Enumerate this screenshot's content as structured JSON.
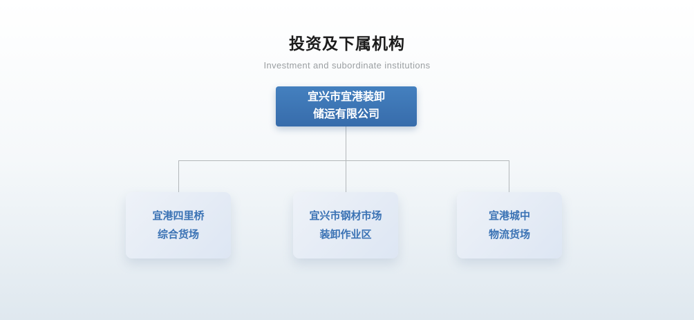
{
  "page": {
    "title": "投资及下属机构",
    "subtitle": "Investment and subordinate institutions"
  },
  "org": {
    "type": "org-tree",
    "root": {
      "line1": "宜兴市宜港装卸",
      "line2": "储运有限公司"
    },
    "children": [
      {
        "line1": "宜港四里桥",
        "line2": "综合货场"
      },
      {
        "line1": "宜兴市钢材市场",
        "line2": "装卸作业区"
      },
      {
        "line1": "宜港城中",
        "line2": "物流货场"
      }
    ]
  },
  "colors": {
    "root_box": "#3b74b6",
    "root_text": "#ffffff",
    "child_box": "#e3eaf5",
    "child_text": "#3a72b4",
    "connector": "#b3b7ba",
    "title_text": "#1b1b1b",
    "subtitle_text": "#9a9ea1"
  }
}
